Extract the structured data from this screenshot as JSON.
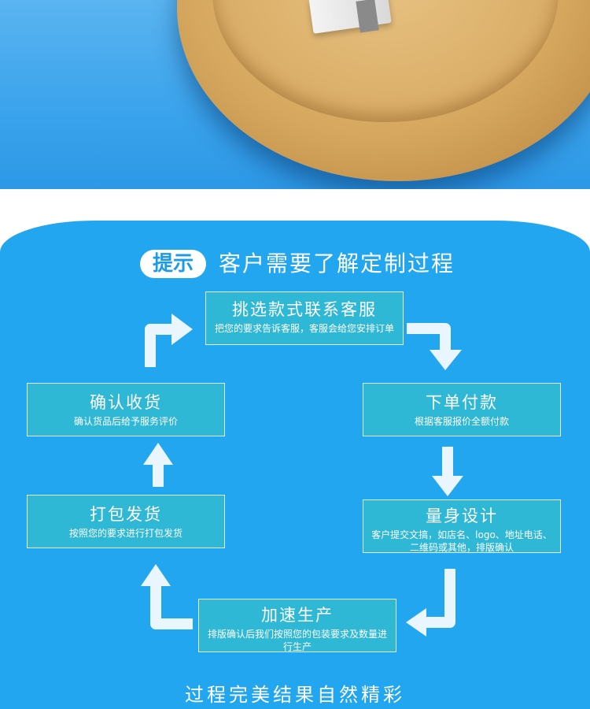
{
  "heading": {
    "tip": "提示",
    "text": "客户需要了解定制过程"
  },
  "steps": [
    {
      "title": "挑选款式联系客服",
      "desc": "把您的要求告诉客服，客服会给您安排订单"
    },
    {
      "title": "下单付款",
      "desc": "根据客服报价全额付款"
    },
    {
      "title": "量身设计",
      "desc": "客户提交文搞，如店名、logo、地址电话、二维码或其他，排版确认"
    },
    {
      "title": "加速生产",
      "desc": "排版确认后我们按照您的包装要求及数量进行生产"
    },
    {
      "title": "打包发货",
      "desc": "按照您的要求进行打包发货"
    },
    {
      "title": "确认收货",
      "desc": "确认货品后给予服务评价"
    }
  ],
  "footer": "过程完美结果自然精彩",
  "colors": {
    "panel": "#22a6ef",
    "step_box": "#2fb7d6",
    "text": "#ffffff"
  }
}
